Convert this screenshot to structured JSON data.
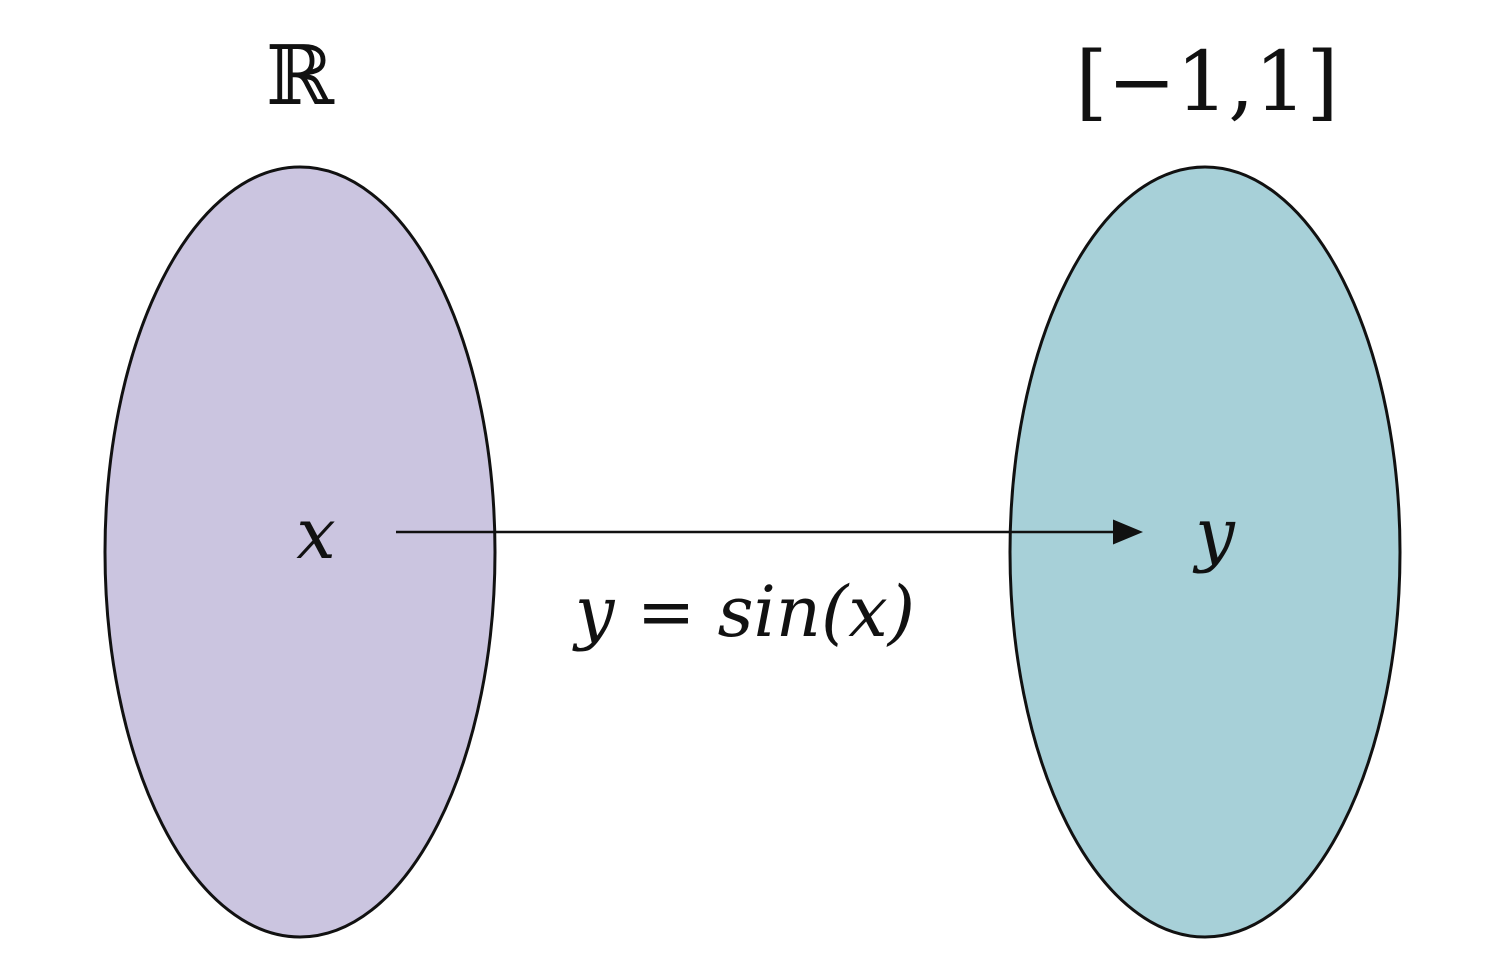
{
  "domain_set": {
    "label": "ℝ",
    "element": "x",
    "fill_color": "#cbc5e0"
  },
  "codomain_set": {
    "label": "[−1,1]",
    "element": "y",
    "fill_color": "#a7d0d8"
  },
  "mapping": {
    "label": "y = sin(x)"
  },
  "colors": {
    "stroke": "#111111",
    "background": "#ffffff"
  }
}
